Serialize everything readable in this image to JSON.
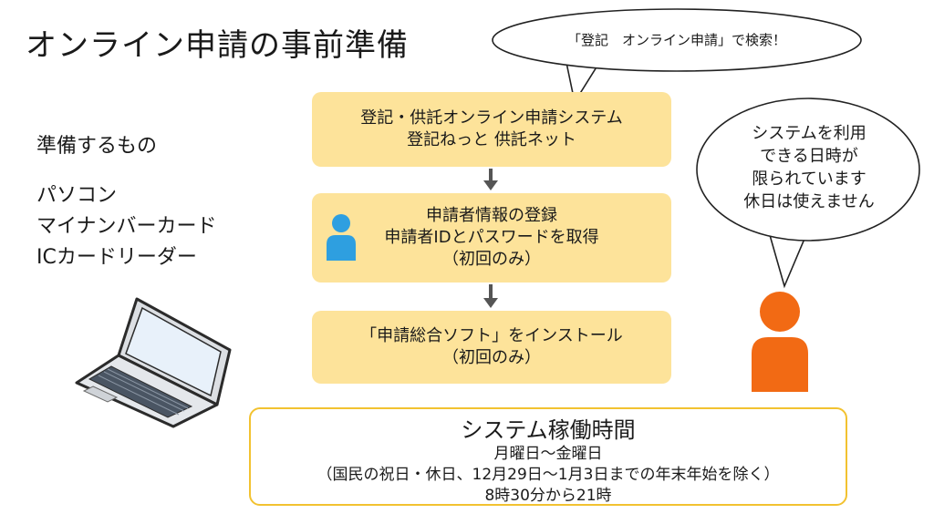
{
  "title": "オンライン申請の事前準備",
  "search_bubble": {
    "text": "「登記　オンライン申請」で検索！"
  },
  "preparation": {
    "heading": "準備するもの",
    "items": [
      "パソコン",
      "マイナンバーカード",
      "ICカードリーダー"
    ]
  },
  "steps": [
    {
      "lines": [
        "登記・供託オンライン申請システム",
        "登記ねっと 供託ネット"
      ]
    },
    {
      "lines": [
        "申請者情報の登録",
        "申請者IDとパスワードを取得",
        "（初回のみ）"
      ]
    },
    {
      "lines": [
        "「申請総合ソフト」をインストール",
        "（初回のみ）"
      ]
    }
  ],
  "availability_bubble": {
    "lines": [
      "システムを利用",
      "できる日時が",
      "限られています",
      "休日は使えません"
    ]
  },
  "operating_hours": {
    "heading": "システム稼働時間",
    "lines": [
      "月曜日～金曜日",
      "（国民の祝日・休日、12月29日～1月3日までの年末年始を除く）",
      "8時30分から21時"
    ]
  },
  "colors": {
    "step_fill": "#fde39a",
    "box_border": "#f2c230",
    "person_blue": "#2e9fe0",
    "person_orange": "#f26a14"
  },
  "icons": [
    "laptop-icon",
    "person-icon",
    "person-icon"
  ]
}
